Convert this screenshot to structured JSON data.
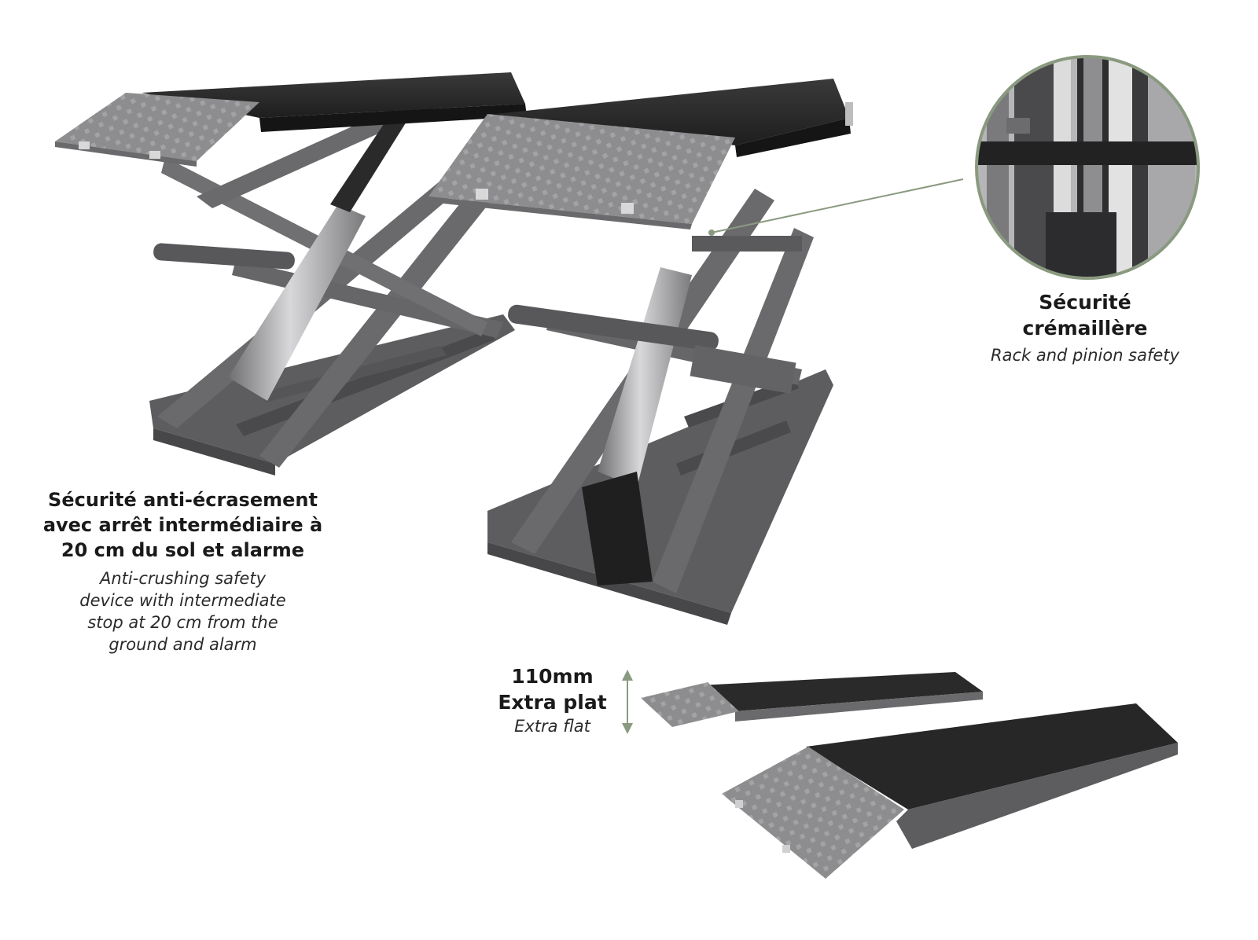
{
  "callouts": {
    "rack": {
      "title_lines": [
        "Sécurité",
        "crémaillère"
      ],
      "subtitle": "Rack and pinion safety"
    },
    "anticrush": {
      "title_lines": [
        "Sécurité anti-écrasement",
        "avec arrêt intermédiaire à",
        "20 cm du sol et alarme"
      ],
      "subtitle_lines": [
        "Anti-crushing safety",
        "device with intermediate",
        "stop at 20 cm from the",
        "ground and alarm"
      ]
    },
    "height": {
      "value": "110mm",
      "title": "Extra plat",
      "subtitle": "Extra flat"
    }
  },
  "colors": {
    "accent_green": "#8a9a80",
    "frame_gray": "#6a6a6d",
    "platform_black": "#262626",
    "plate_gray": "#8d8d8f"
  },
  "icons": [
    "magnifier-inset",
    "vertical-double-arrow"
  ]
}
